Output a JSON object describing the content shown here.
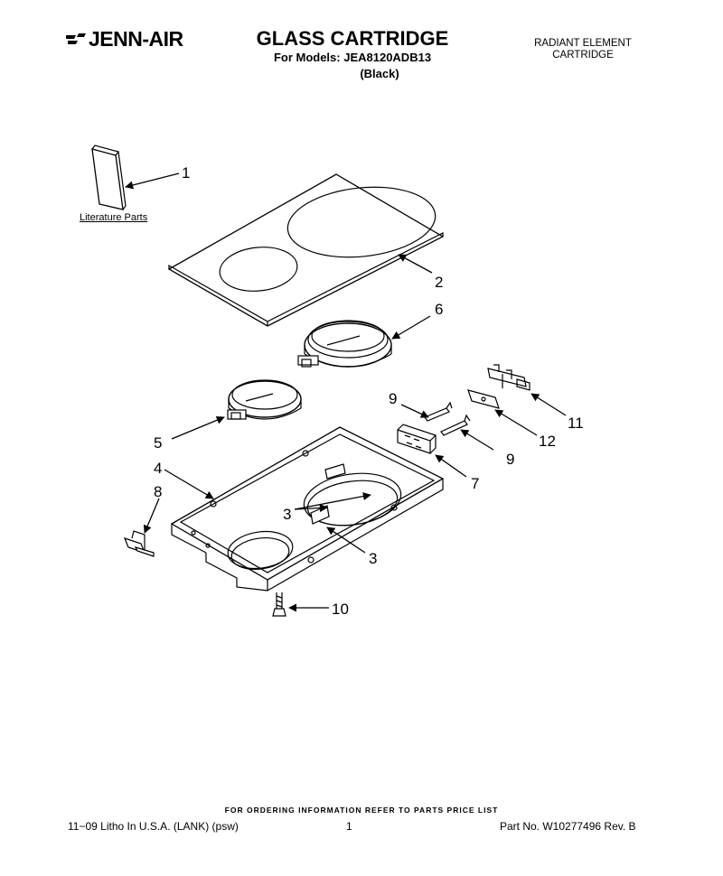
{
  "header": {
    "brand": "JENN-AIR",
    "title": "GLASS CARTRIDGE",
    "models": "For Models: JEA8120ADB13",
    "color": "(Black)",
    "section_line1": "RADIANT ELEMENT",
    "section_line2": "CARTRIDGE"
  },
  "diagram": {
    "literature_label": "Literature Parts",
    "callouts": [
      "1",
      "2",
      "6",
      "5",
      "9",
      "9",
      "11",
      "12",
      "7",
      "4",
      "8",
      "3",
      "3",
      "10"
    ]
  },
  "footer": {
    "ordering_note": "FOR ORDERING INFORMATION REFER TO PARTS PRICE LIST",
    "litho": "11−09 Litho In U.S.A. (LANK) (psw)",
    "page": "1",
    "part_no": "Part No. W10277496 Rev. B"
  }
}
